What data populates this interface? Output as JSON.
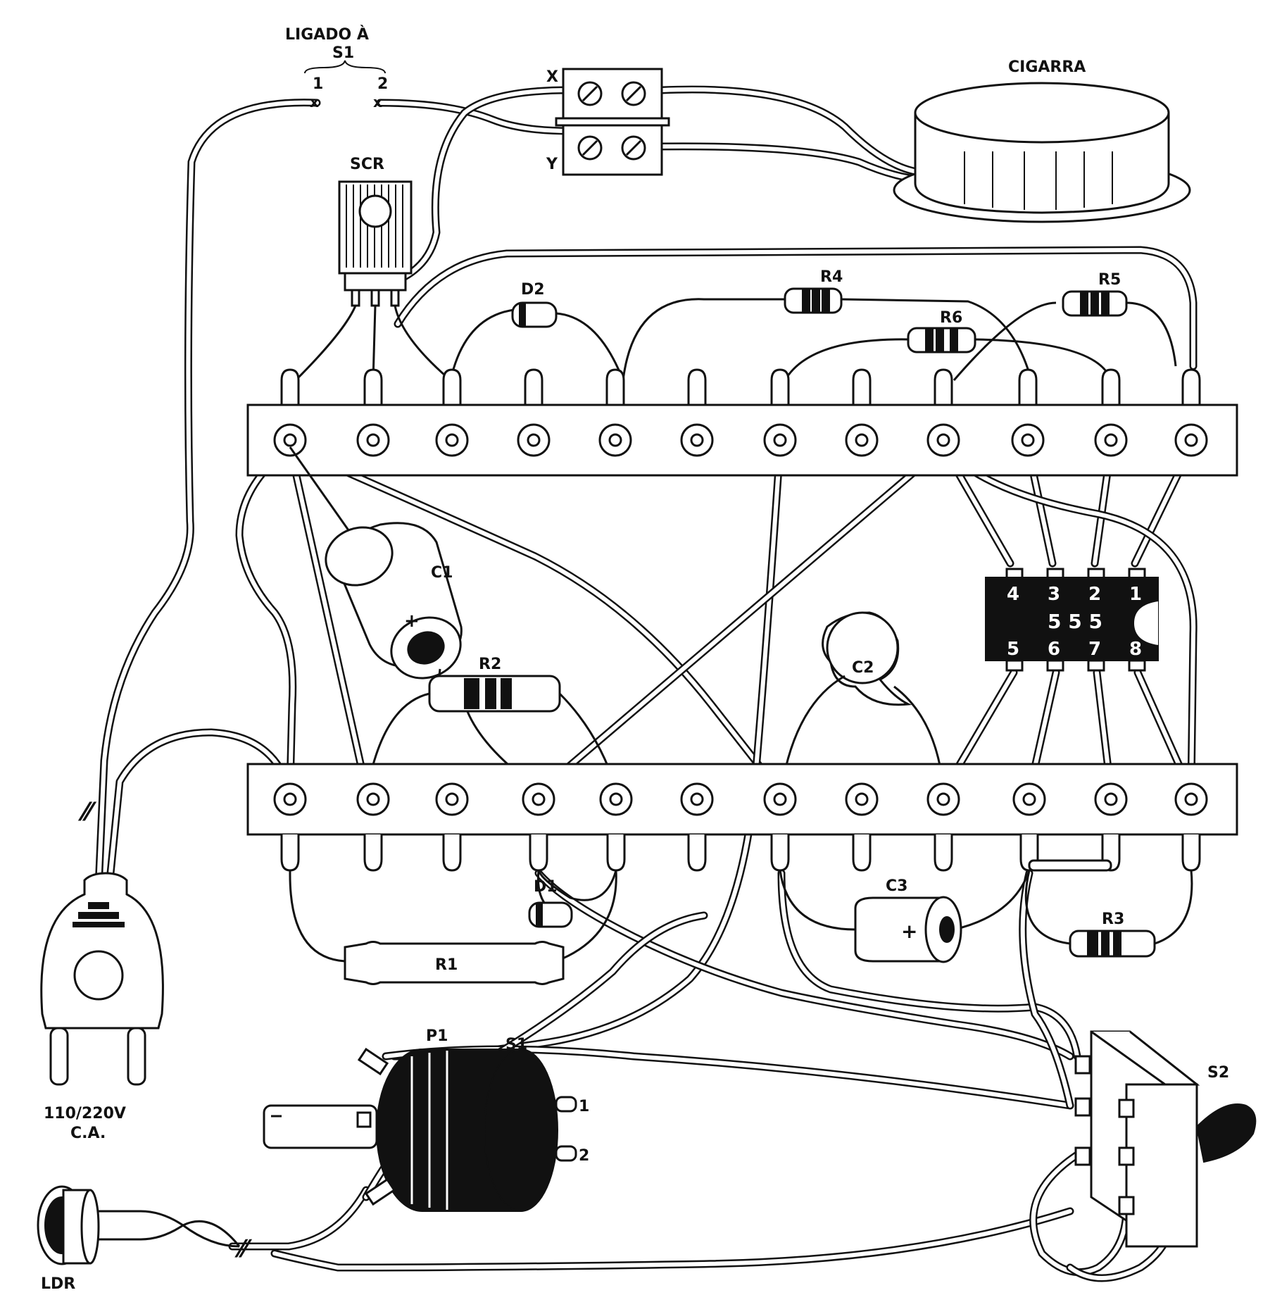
{
  "labels": {
    "ligado": "LIGADO À",
    "s1_top": "S1",
    "s1_pin1_top": "1",
    "s1_pin2_top": "2",
    "x": "X",
    "y": "Y",
    "cigarra": "CIGARRA",
    "scr": "SCR",
    "d2": "D2",
    "r4": "R4",
    "r5": "R5",
    "r6": "R6",
    "c1": "C1",
    "c1_plus": "+",
    "r2": "R2",
    "c2": "C2",
    "d1": "D1",
    "r1": "R1",
    "c3": "C3",
    "c3_plus": "+",
    "r3": "R3",
    "p1": "P1",
    "s1": "S1",
    "s1_pin1": "1",
    "s1_pin2": "2",
    "s2": "S2",
    "voltage": "110/220V",
    "ac": "C.A.",
    "ldr": "LDR"
  },
  "ic": {
    "top_pins": [
      "4",
      "3",
      "2",
      "1"
    ],
    "bottom_pins": [
      "5",
      "6",
      "7",
      "8"
    ],
    "code": "5 5 5"
  }
}
